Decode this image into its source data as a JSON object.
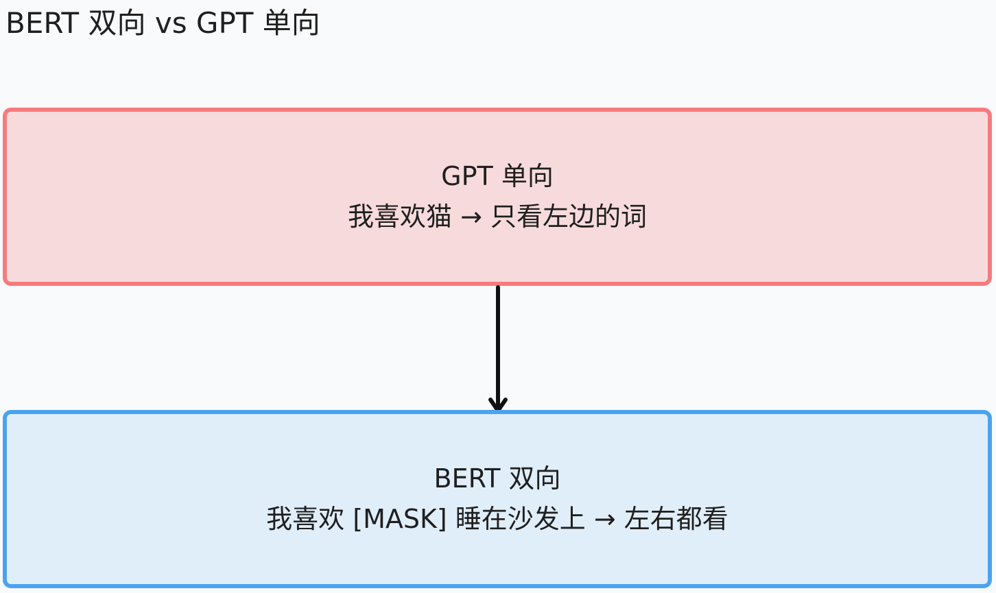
{
  "title": "BERT 双向 vs GPT 单向",
  "nodes": {
    "gpt": {
      "title": "GPT 单向",
      "text": "我喜欢猫 → 只看左边的词",
      "fill": "#f7dbdc",
      "border": "#f77b7d"
    },
    "bert": {
      "title": "BERT 双向",
      "text": "我喜欢 [MASK] 睡在沙发上 → 左右都看",
      "fill": "#e0eefa",
      "border": "#4aa3f0"
    }
  },
  "connector": {
    "from": "gpt",
    "to": "bert",
    "color": "#111111"
  }
}
